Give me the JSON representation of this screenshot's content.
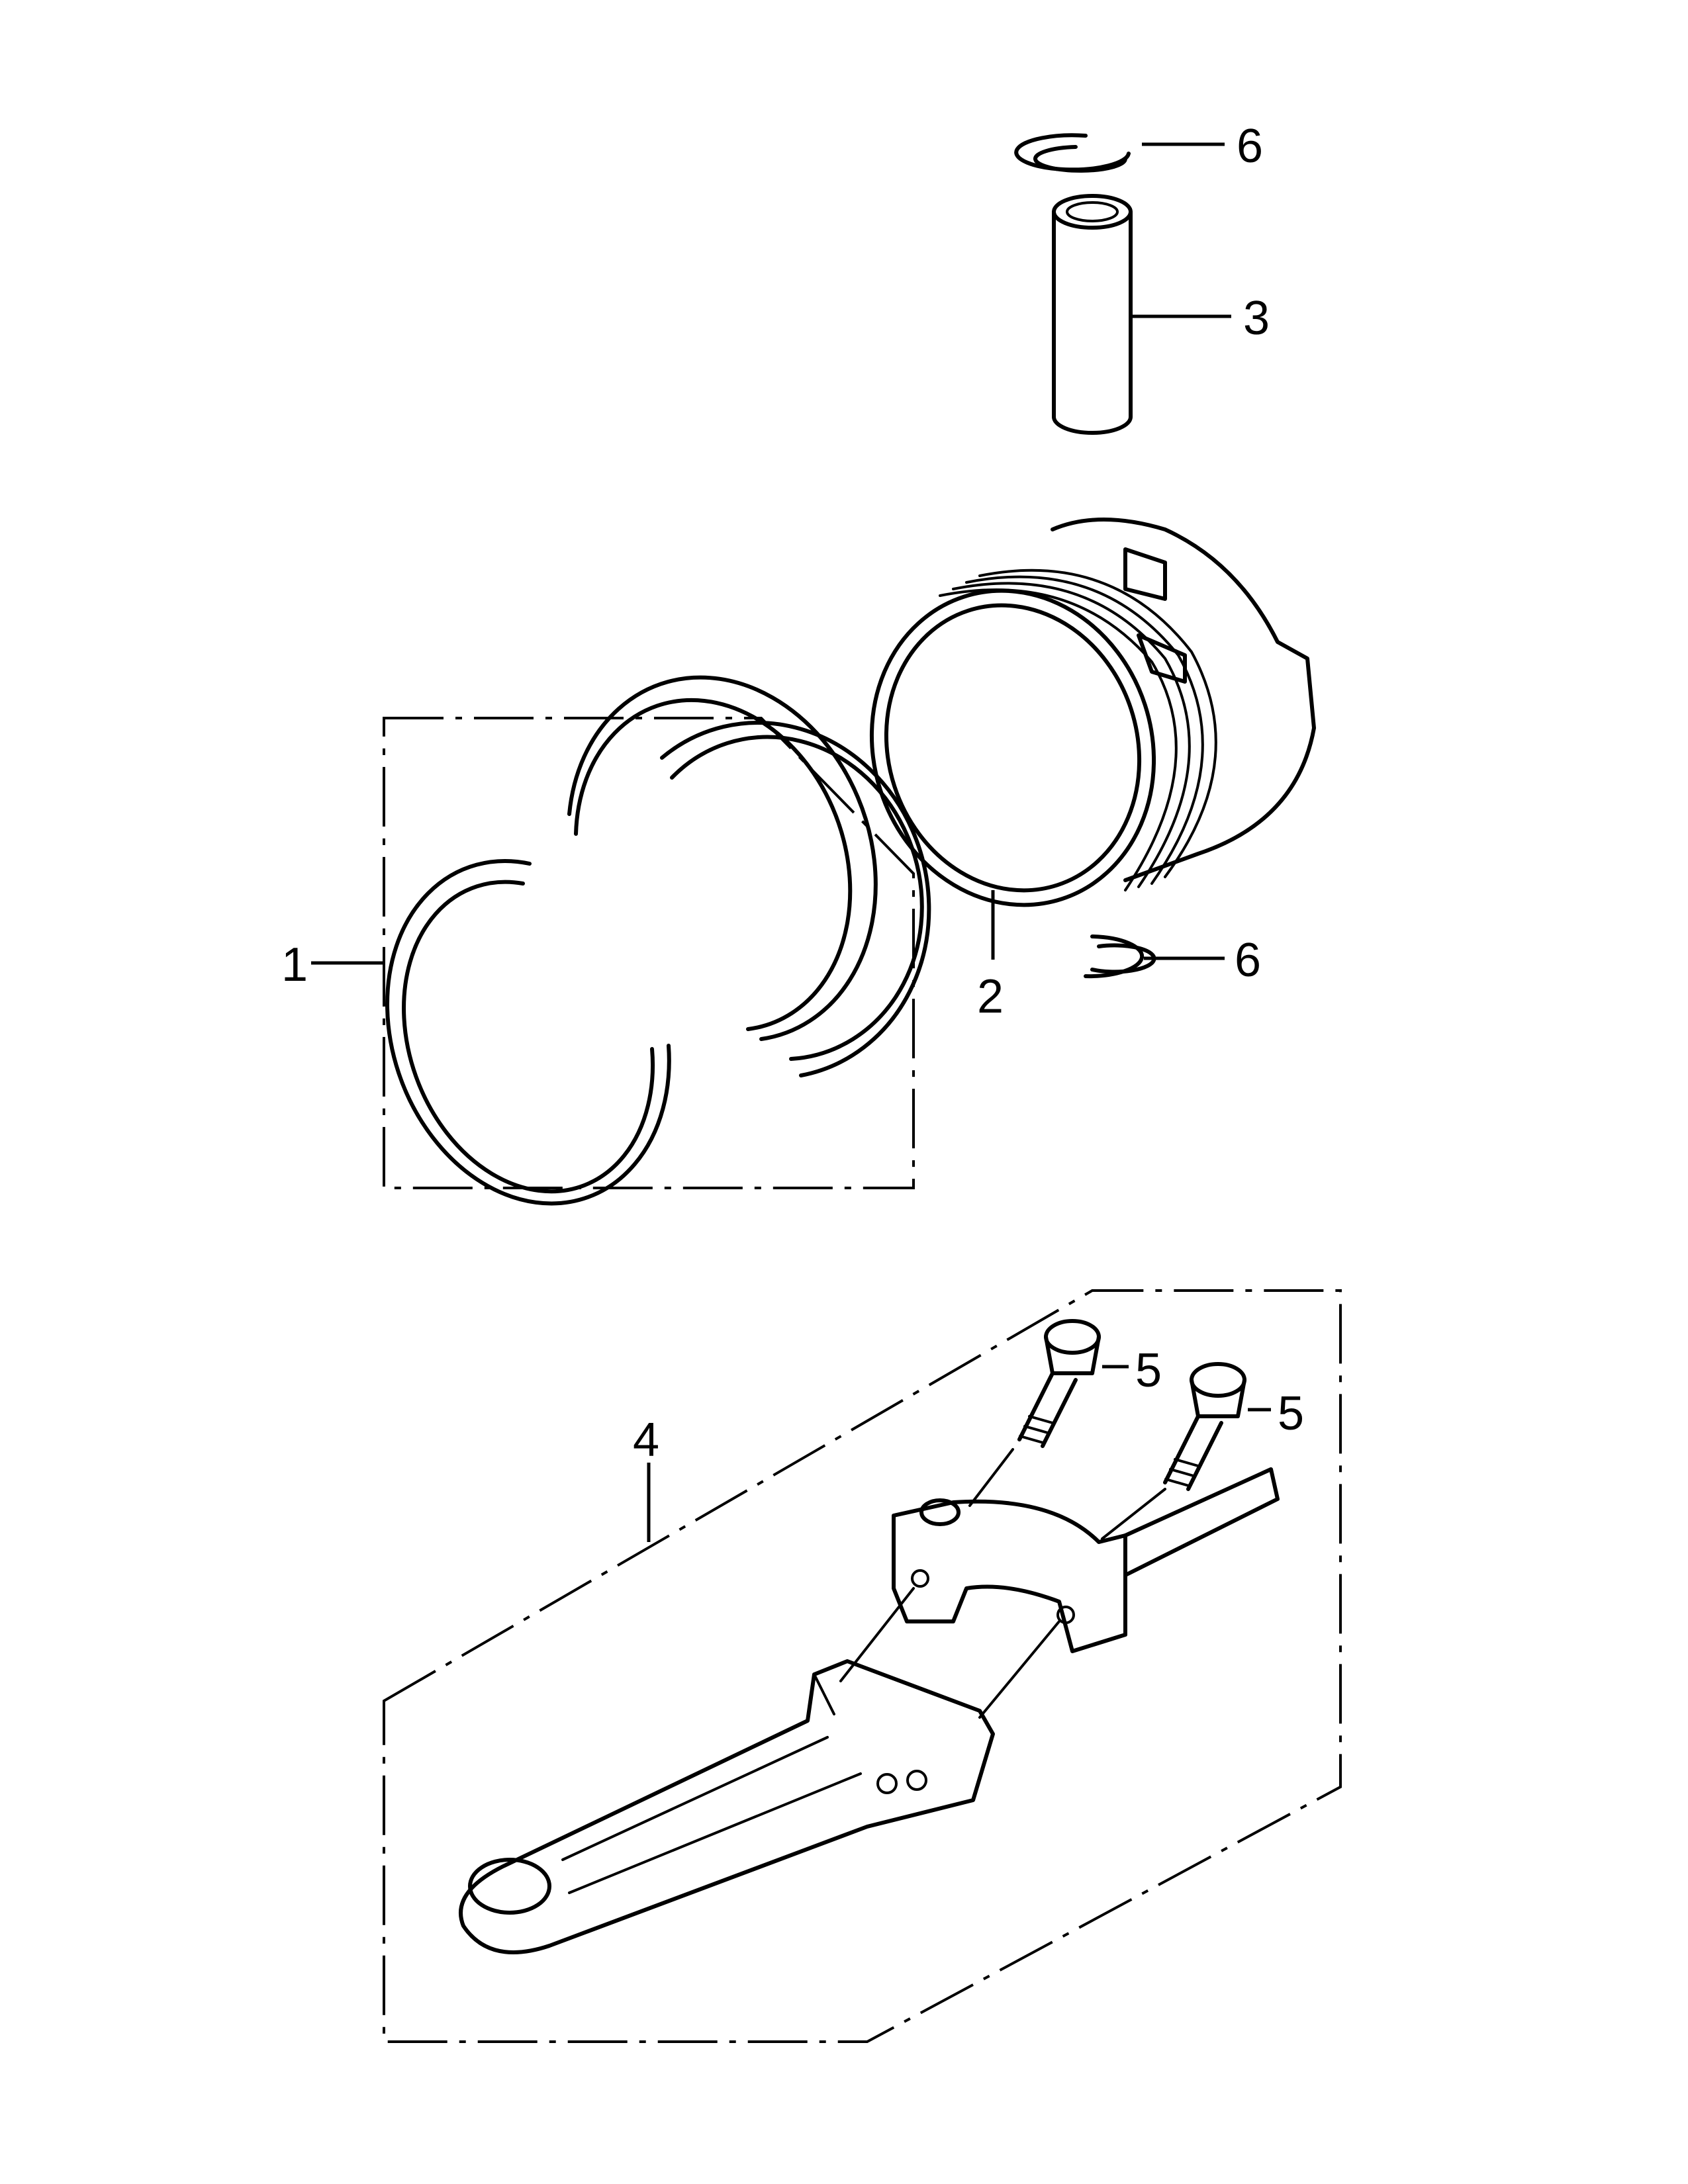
{
  "callouts": {
    "part_1": "1",
    "part_2": "2",
    "part_3": "3",
    "part_4": "4",
    "part_5_a": "5",
    "part_5_b": "5",
    "part_6_top": "6",
    "part_6_bottom": "6"
  }
}
